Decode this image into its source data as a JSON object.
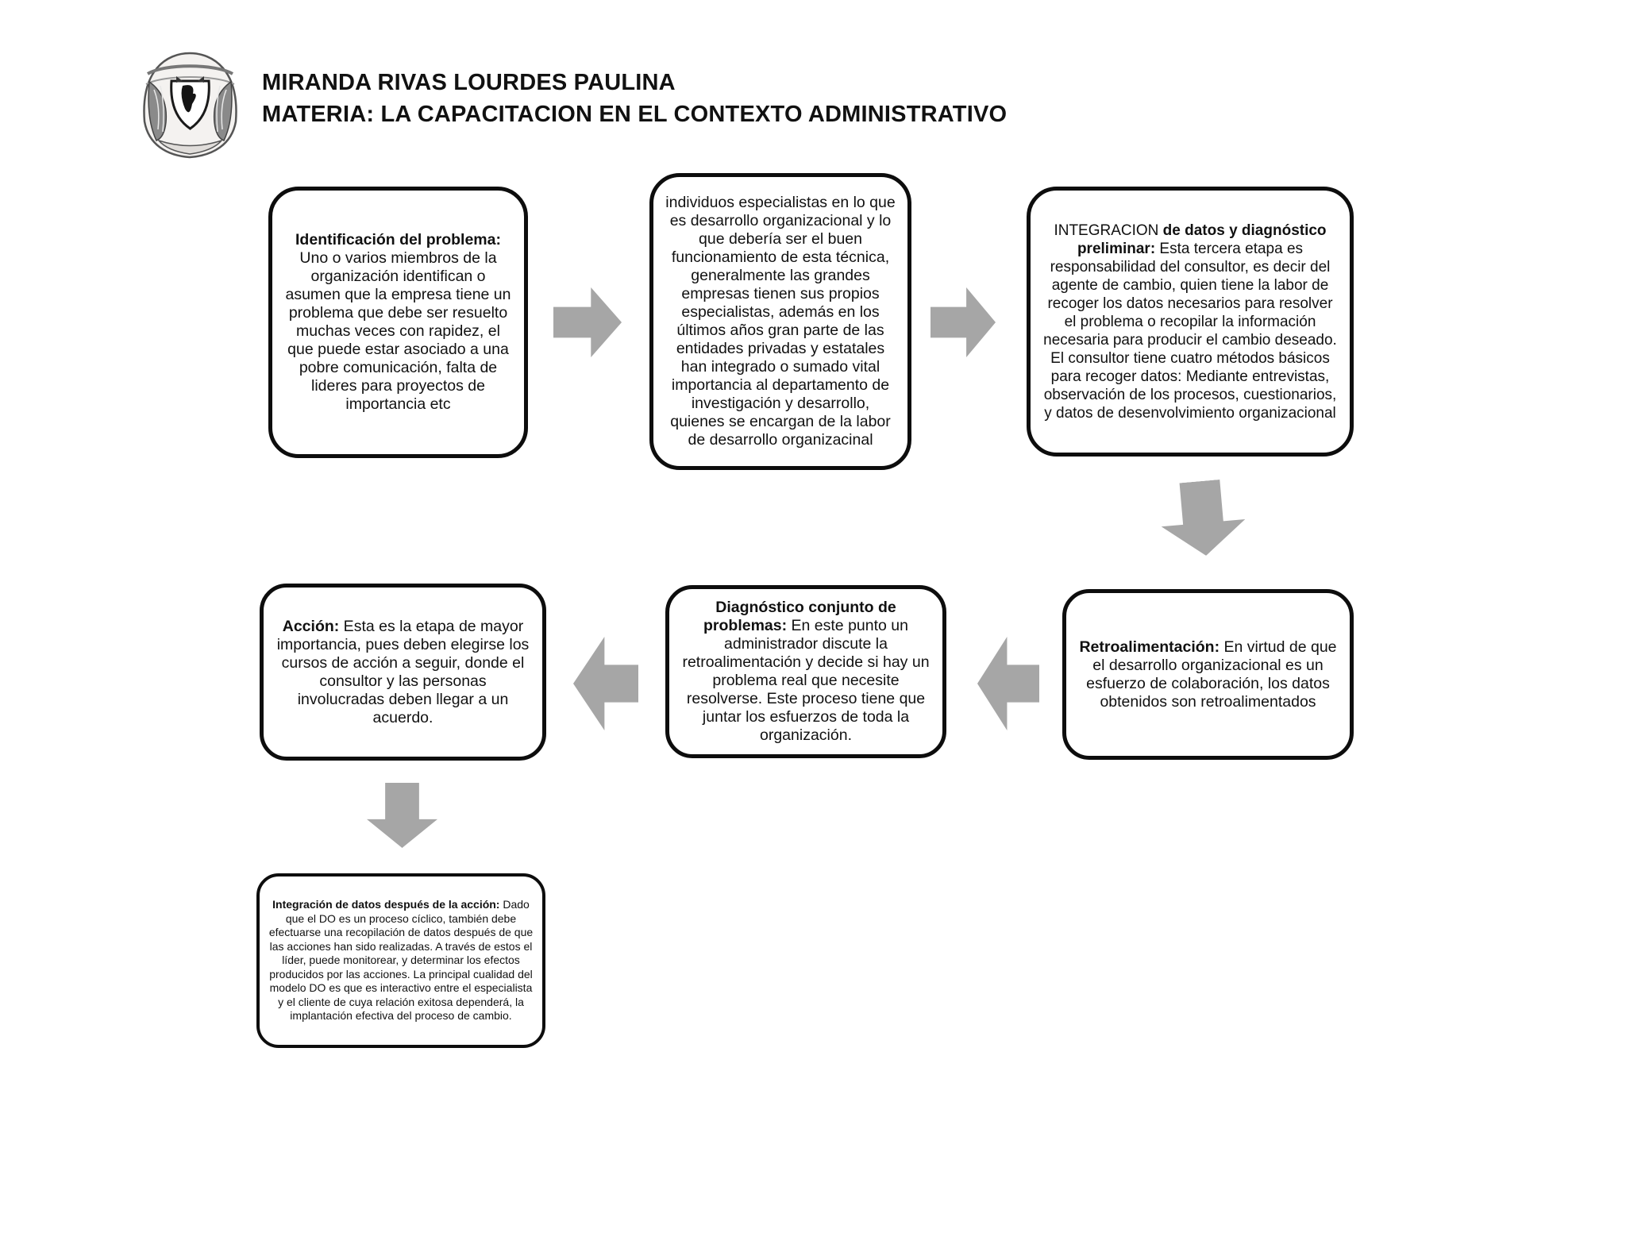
{
  "header": {
    "name_line": "MIRANDA RIVAS LOURDES PAULINA",
    "subject_line": "MATERIA: LA CAPACITACION EN EL CONTEXTO ADMINISTRATIVO"
  },
  "colors": {
    "arrow_gray": "#a6a6a6",
    "box_border": "#0d0d0d",
    "text": "#111111",
    "background": "#ffffff"
  },
  "icons": {
    "logo": "unam-crest"
  },
  "boxes": {
    "identificacion": {
      "lead": "",
      "title": "Identificación del problema:",
      "body": " Uno o varios miembros de la organización identifican o asumen que la empresa tiene un problema que debe ser resuelto muchas veces con rapidez, el que puede estar asociado a una pobre comunicación, falta de lideres para proyectos de importancia etc"
    },
    "especialistas": {
      "lead": "",
      "title": "",
      "body": "individuos especialistas en lo que es desarrollo organizacional y lo que debería ser el buen funcionamiento de esta técnica, generalmente las grandes empresas tienen sus propios especialistas, además en los últimos años gran parte de las entidades privadas y estatales han integrado o sumado vital importancia al departamento de investigación y desarrollo, quienes se encargan de la labor de desarrollo organizacinal"
    },
    "integracion": {
      "lead": "INTEGRACION ",
      "title": "de datos y diagnóstico preliminar:",
      "body": " Esta tercera etapa es responsabilidad del consultor, es decir del agente de cambio, quien tiene la labor de recoger los datos necesarios para resolver el problema o recopilar la información necesaria para producir el cambio deseado. El consultor tiene cuatro métodos básicos para recoger datos: Mediante entrevistas, observación de los procesos, cuestionarios, y datos de desenvolvimiento organizacional"
    },
    "retroalimentacion": {
      "lead": "",
      "title": "Retroalimentación:",
      "body": " En virtud de que el desarrollo organizacional es un esfuerzo de colaboración, los datos obtenidos son retroalimentados"
    },
    "diagnostico": {
      "lead": "",
      "title": "Diagnóstico conjunto de problemas:",
      "body": " En este punto un administrador discute la retroalimentación y decide si hay un problema real que necesite resolverse. Este proceso tiene que juntar los esfuerzos de toda la organización."
    },
    "accion": {
      "lead": "",
      "title": "Acción:",
      "body": " Esta es la etapa de mayor importancia, pues deben elegirse los cursos de acción a seguir, donde el consultor y las personas involucradas deben llegar a un acuerdo."
    },
    "integracion_despues": {
      "lead": "",
      "title": "Integración de datos después de la acción:",
      "body": " Dado que el DO es un proceso cíclico, también debe efectuarse una recopilación de datos después de que las acciones han sido realizadas. A través de estos el líder, puede monitorear, y determinar los efectos producidos por las acciones. La principal cualidad del modelo DO es que es interactivo entre el especialista y el cliente de cuya relación exitosa dependerá, la implantación efectiva del proceso de cambio."
    }
  }
}
